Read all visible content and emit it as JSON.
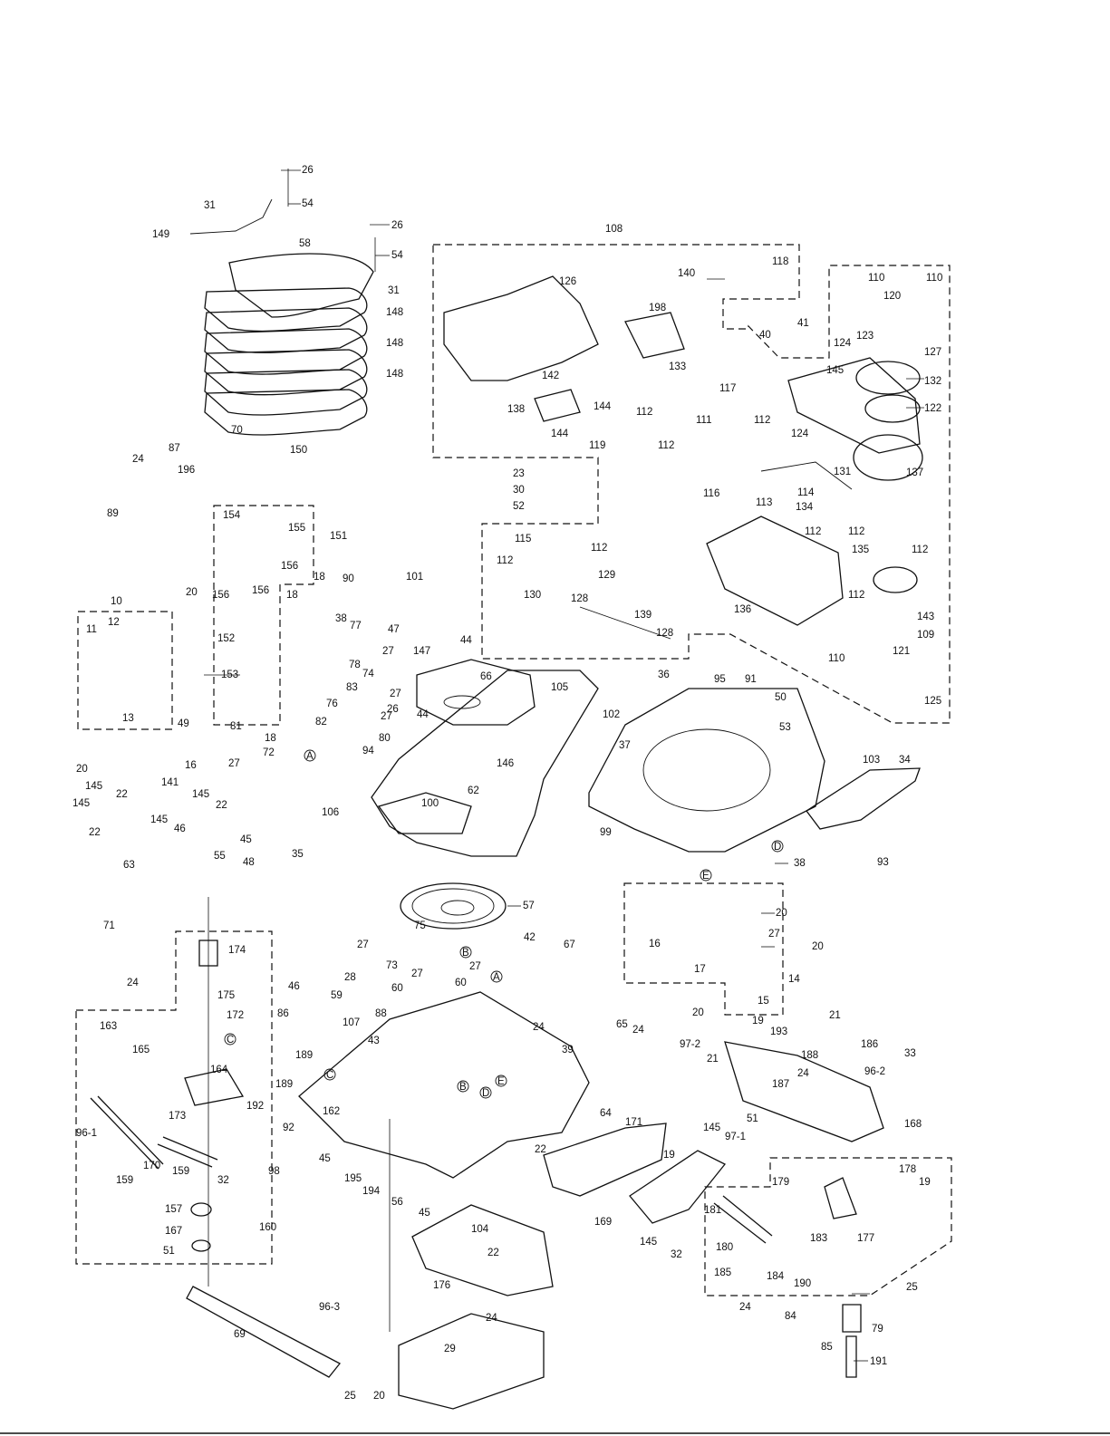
{
  "callouts": [
    {
      "id": "c1",
      "text": "26"
    },
    {
      "id": "c2",
      "text": "54"
    },
    {
      "id": "c3",
      "text": "31"
    },
    {
      "id": "c4",
      "text": "149"
    },
    {
      "id": "c5",
      "text": "26"
    },
    {
      "id": "c6",
      "text": "54"
    },
    {
      "id": "c7",
      "text": "58"
    },
    {
      "id": "c8",
      "text": "31"
    },
    {
      "id": "c9",
      "text": "148"
    },
    {
      "id": "c10",
      "text": "148"
    },
    {
      "id": "c11",
      "text": "148"
    },
    {
      "id": "c12",
      "text": "108"
    },
    {
      "id": "c13",
      "text": "126"
    },
    {
      "id": "c14",
      "text": "198"
    },
    {
      "id": "c15",
      "text": "140"
    },
    {
      "id": "c16",
      "text": "118"
    },
    {
      "id": "c17",
      "text": "40"
    },
    {
      "id": "c18",
      "text": "41"
    },
    {
      "id": "c19",
      "text": "110"
    },
    {
      "id": "c20",
      "text": "110"
    },
    {
      "id": "c21",
      "text": "120"
    },
    {
      "id": "c22",
      "text": "123"
    },
    {
      "id": "c23",
      "text": "124"
    },
    {
      "id": "c24",
      "text": "127"
    },
    {
      "id": "c25",
      "text": "145"
    },
    {
      "id": "c26",
      "text": "132"
    },
    {
      "id": "c27",
      "text": "122"
    },
    {
      "id": "c28",
      "text": "142"
    },
    {
      "id": "c29",
      "text": "133"
    },
    {
      "id": "c30",
      "text": "117"
    },
    {
      "id": "c31",
      "text": "111"
    },
    {
      "id": "c32",
      "text": "138"
    },
    {
      "id": "c33",
      "text": "144"
    },
    {
      "id": "c34",
      "text": "144"
    },
    {
      "id": "c35",
      "text": "112"
    },
    {
      "id": "c36",
      "text": "119"
    },
    {
      "id": "c37",
      "text": "112"
    },
    {
      "id": "c38",
      "text": "112"
    },
    {
      "id": "c39",
      "text": "124"
    },
    {
      "id": "c40",
      "text": "137"
    },
    {
      "id": "c41",
      "text": "131"
    },
    {
      "id": "c42",
      "text": "70"
    },
    {
      "id": "c43",
      "text": "150"
    },
    {
      "id": "c44",
      "text": "24"
    },
    {
      "id": "c45",
      "text": "87"
    },
    {
      "id": "c46",
      "text": "196"
    },
    {
      "id": "c47",
      "text": "23"
    },
    {
      "id": "c48",
      "text": "30"
    },
    {
      "id": "c49",
      "text": "52"
    },
    {
      "id": "c50",
      "text": "116"
    },
    {
      "id": "c51",
      "text": "114"
    },
    {
      "id": "c52",
      "text": "113"
    },
    {
      "id": "c53",
      "text": "134"
    },
    {
      "id": "c54",
      "text": "89"
    },
    {
      "id": "c55",
      "text": "154"
    },
    {
      "id": "c56",
      "text": "155"
    },
    {
      "id": "c57",
      "text": "151"
    },
    {
      "id": "c58",
      "text": "112"
    },
    {
      "id": "c59",
      "text": "112"
    },
    {
      "id": "c60",
      "text": "135"
    },
    {
      "id": "c61",
      "text": "112"
    },
    {
      "id": "c62",
      "text": "115"
    },
    {
      "id": "c63",
      "text": "112"
    },
    {
      "id": "c64",
      "text": "112"
    },
    {
      "id": "c65",
      "text": "129"
    },
    {
      "id": "c66",
      "text": "130"
    },
    {
      "id": "c67",
      "text": "128"
    },
    {
      "id": "c68",
      "text": "139"
    },
    {
      "id": "c69",
      "text": "128"
    },
    {
      "id": "c70",
      "text": "136"
    },
    {
      "id": "c71",
      "text": "112"
    },
    {
      "id": "c72",
      "text": "143"
    },
    {
      "id": "c73",
      "text": "109"
    },
    {
      "id": "c74",
      "text": "110"
    },
    {
      "id": "c75",
      "text": "121"
    },
    {
      "id": "c76",
      "text": "125"
    },
    {
      "id": "c77",
      "text": "156"
    },
    {
      "id": "c78",
      "text": "156"
    },
    {
      "id": "c79",
      "text": "156"
    },
    {
      "id": "c80",
      "text": "18"
    },
    {
      "id": "c81",
      "text": "90"
    },
    {
      "id": "c82",
      "text": "101"
    },
    {
      "id": "c83",
      "text": "20"
    },
    {
      "id": "c84",
      "text": "10"
    },
    {
      "id": "c85",
      "text": "11"
    },
    {
      "id": "c86",
      "text": "12"
    },
    {
      "id": "c87",
      "text": "13"
    },
    {
      "id": "c88",
      "text": "18"
    },
    {
      "id": "c89",
      "text": "38"
    },
    {
      "id": "c90",
      "text": "77"
    },
    {
      "id": "c91",
      "text": "47"
    },
    {
      "id": "c92",
      "text": "152"
    },
    {
      "id": "c93",
      "text": "27"
    },
    {
      "id": "c94",
      "text": "147"
    },
    {
      "id": "c95",
      "text": "44"
    },
    {
      "id": "c96",
      "text": "153"
    },
    {
      "id": "c97",
      "text": "78"
    },
    {
      "id": "c98",
      "text": "74"
    },
    {
      "id": "c99",
      "text": "27"
    },
    {
      "id": "c100",
      "text": "83"
    },
    {
      "id": "c101",
      "text": "66"
    },
    {
      "id": "c102",
      "text": "36"
    },
    {
      "id": "c103",
      "text": "95"
    },
    {
      "id": "c104",
      "text": "91"
    },
    {
      "id": "c105",
      "text": "50"
    },
    {
      "id": "c106",
      "text": "105"
    },
    {
      "id": "c107",
      "text": "26"
    },
    {
      "id": "c108",
      "text": "82"
    },
    {
      "id": "c109",
      "text": "76"
    },
    {
      "id": "c110",
      "text": "27"
    },
    {
      "id": "c111",
      "text": "44"
    },
    {
      "id": "c112",
      "text": "81"
    },
    {
      "id": "c113",
      "text": "18"
    },
    {
      "id": "c114",
      "text": "72"
    },
    {
      "id": "c115",
      "text": "94"
    },
    {
      "id": "c116",
      "text": "80"
    },
    {
      "id": "c117",
      "text": "102"
    },
    {
      "id": "c118",
      "text": "53"
    },
    {
      "id": "c119",
      "text": "49"
    },
    {
      "id": "c120",
      "text": "37"
    },
    {
      "id": "c121",
      "text": "146"
    },
    {
      "id": "c122",
      "text": "20"
    },
    {
      "id": "c123",
      "text": "16"
    },
    {
      "id": "c124",
      "text": "141"
    },
    {
      "id": "c125",
      "text": "27"
    },
    {
      "id": "c126",
      "text": "145"
    },
    {
      "id": "c127",
      "text": "22"
    },
    {
      "id": "c128",
      "text": "145"
    },
    {
      "id": "c129",
      "text": "145"
    },
    {
      "id": "c130",
      "text": "22"
    },
    {
      "id": "c131",
      "text": "22"
    },
    {
      "id": "c132",
      "text": "106"
    },
    {
      "id": "c133",
      "text": "62"
    },
    {
      "id": "c134",
      "text": "103"
    },
    {
      "id": "c135",
      "text": "34"
    },
    {
      "id": "c136",
      "text": "100"
    },
    {
      "id": "c137",
      "text": "99"
    },
    {
      "id": "c138",
      "text": "145"
    },
    {
      "id": "c139",
      "text": "46"
    },
    {
      "id": "c140",
      "text": "45"
    },
    {
      "id": "c141",
      "text": "63"
    },
    {
      "id": "c142",
      "text": "55"
    },
    {
      "id": "c143",
      "text": "35"
    },
    {
      "id": "c144",
      "text": "48"
    },
    {
      "id": "c145",
      "text": "38"
    },
    {
      "id": "c146",
      "text": "93"
    },
    {
      "id": "c147",
      "text": "57"
    },
    {
      "id": "c148",
      "text": "20"
    },
    {
      "id": "c149",
      "text": "71"
    },
    {
      "id": "c150",
      "text": "174"
    },
    {
      "id": "c151",
      "text": "75"
    },
    {
      "id": "c152",
      "text": "27"
    },
    {
      "id": "c153",
      "text": "73"
    },
    {
      "id": "c154",
      "text": "42"
    },
    {
      "id": "c155",
      "text": "67"
    },
    {
      "id": "c156",
      "text": "16"
    },
    {
      "id": "c157",
      "text": "20"
    },
    {
      "id": "c158",
      "text": "17"
    },
    {
      "id": "c159",
      "text": "14"
    },
    {
      "id": "c160",
      "text": "175"
    },
    {
      "id": "c161",
      "text": "24"
    },
    {
      "id": "c162",
      "text": "172"
    },
    {
      "id": "c163",
      "text": "28"
    },
    {
      "id": "c164",
      "text": "27"
    },
    {
      "id": "c165",
      "text": "60"
    },
    {
      "id": "c166",
      "text": "27"
    },
    {
      "id": "c167",
      "text": "60"
    },
    {
      "id": "c168",
      "text": "59"
    },
    {
      "id": "c169",
      "text": "46"
    },
    {
      "id": "c170",
      "text": "88"
    },
    {
      "id": "c171",
      "text": "15"
    },
    {
      "id": "c172",
      "text": "20"
    },
    {
      "id": "c173",
      "text": "163"
    },
    {
      "id": "c174",
      "text": "165"
    },
    {
      "id": "c175",
      "text": "86"
    },
    {
      "id": "c176",
      "text": "107"
    },
    {
      "id": "c177",
      "text": "43"
    },
    {
      "id": "c178",
      "text": "24"
    },
    {
      "id": "c179",
      "text": "65"
    },
    {
      "id": "c180",
      "text": "24"
    },
    {
      "id": "c181",
      "text": "19"
    },
    {
      "id": "c182",
      "text": "193"
    },
    {
      "id": "c183",
      "text": "21"
    },
    {
      "id": "c184",
      "text": "186"
    },
    {
      "id": "c185",
      "text": "97-2"
    },
    {
      "id": "c186",
      "text": "21"
    },
    {
      "id": "c187",
      "text": "39"
    },
    {
      "id": "c188",
      "text": "188"
    },
    {
      "id": "c189",
      "text": "33"
    },
    {
      "id": "c190",
      "text": "96-2"
    },
    {
      "id": "c191",
      "text": "164"
    },
    {
      "id": "c192",
      "text": "24"
    },
    {
      "id": "c193",
      "text": "189"
    },
    {
      "id": "c194",
      "text": "187"
    },
    {
      "id": "c195",
      "text": "189"
    },
    {
      "id": "c196",
      "text": "162"
    },
    {
      "id": "c197",
      "text": "192"
    },
    {
      "id": "c198",
      "text": "51"
    },
    {
      "id": "c199",
      "text": "168"
    },
    {
      "id": "c200",
      "text": "173"
    },
    {
      "id": "c201",
      "text": "96-1"
    },
    {
      "id": "c202",
      "text": "92"
    },
    {
      "id": "c203",
      "text": "64"
    },
    {
      "id": "c204",
      "text": "171"
    },
    {
      "id": "c205",
      "text": "170"
    },
    {
      "id": "c206",
      "text": "159"
    },
    {
      "id": "c207",
      "text": "159"
    },
    {
      "id": "c208",
      "text": "32"
    },
    {
      "id": "c209",
      "text": "98"
    },
    {
      "id": "c210",
      "text": "22"
    },
    {
      "id": "c211",
      "text": "145"
    },
    {
      "id": "c212",
      "text": "97-1"
    },
    {
      "id": "c213",
      "text": "45"
    },
    {
      "id": "c214",
      "text": "19"
    },
    {
      "id": "c215",
      "text": "195"
    },
    {
      "id": "c216",
      "text": "194"
    },
    {
      "id": "c217",
      "text": "56"
    },
    {
      "id": "c218",
      "text": "181"
    },
    {
      "id": "c219",
      "text": "178"
    },
    {
      "id": "c220",
      "text": "179"
    },
    {
      "id": "c221",
      "text": "19"
    },
    {
      "id": "c222",
      "text": "45"
    },
    {
      "id": "c223",
      "text": "169"
    },
    {
      "id": "c224",
      "text": "157"
    },
    {
      "id": "c225",
      "text": "160"
    },
    {
      "id": "c226",
      "text": "167"
    },
    {
      "id": "c227",
      "text": "51"
    },
    {
      "id": "c228",
      "text": "104"
    },
    {
      "id": "c229",
      "text": "22"
    },
    {
      "id": "c230",
      "text": "145"
    },
    {
      "id": "c231",
      "text": "32"
    },
    {
      "id": "c232",
      "text": "183"
    },
    {
      "id": "c233",
      "text": "180"
    },
    {
      "id": "c234",
      "text": "177"
    },
    {
      "id": "c235",
      "text": "185"
    },
    {
      "id": "c236",
      "text": "184"
    },
    {
      "id": "c237",
      "text": "190"
    },
    {
      "id": "c238",
      "text": "176"
    },
    {
      "id": "c239",
      "text": "24"
    },
    {
      "id": "c240",
      "text": "25"
    },
    {
      "id": "c241",
      "text": "96-3"
    },
    {
      "id": "c242",
      "text": "24"
    },
    {
      "id": "c243",
      "text": "84"
    },
    {
      "id": "c244",
      "text": "79"
    },
    {
      "id": "c245",
      "text": "69"
    },
    {
      "id": "c246",
      "text": "29"
    },
    {
      "id": "c247",
      "text": "85"
    },
    {
      "id": "c248",
      "text": "191"
    },
    {
      "id": "c249",
      "text": "25"
    },
    {
      "id": "c250",
      "text": "20"
    },
    {
      "id": "c251",
      "text": "27"
    }
  ],
  "reference_markers": [
    {
      "id": "m1",
      "text": "A"
    },
    {
      "id": "m2",
      "text": "D"
    },
    {
      "id": "m3",
      "text": "E"
    },
    {
      "id": "m4",
      "text": "B"
    },
    {
      "id": "m5",
      "text": "A"
    },
    {
      "id": "m6",
      "text": "C"
    },
    {
      "id": "m7",
      "text": "C"
    },
    {
      "id": "m8",
      "text": "B"
    },
    {
      "id": "m9",
      "text": "E"
    },
    {
      "id": "m10",
      "text": "D"
    }
  ]
}
